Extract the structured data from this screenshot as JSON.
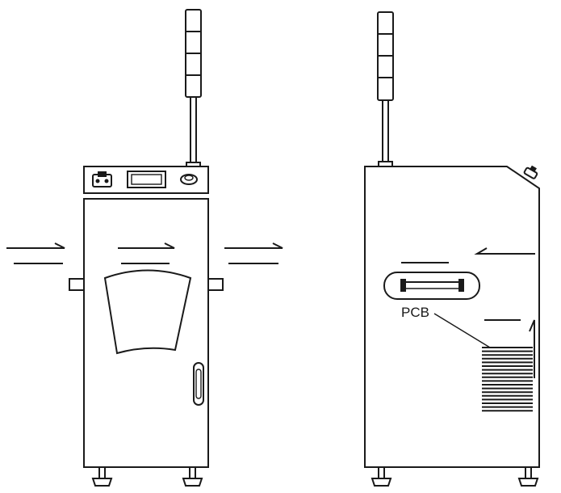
{
  "labels": {
    "pcb": "PCB"
  },
  "views": [
    {
      "name": "front",
      "components": [
        "signal-tower",
        "control-panel",
        "power-switch",
        "display-screen",
        "emergency-button",
        "cabinet",
        "access-door",
        "door-handle",
        "flow-arrows",
        "leveling-feet"
      ]
    },
    {
      "name": "side",
      "components": [
        "signal-tower",
        "cabinet",
        "emergency-button",
        "handle",
        "pcb-stack",
        "flow-arrow",
        "leveling-feet"
      ]
    }
  ],
  "colors": {
    "line": "#1a1a1a",
    "background": "#ffffff"
  }
}
